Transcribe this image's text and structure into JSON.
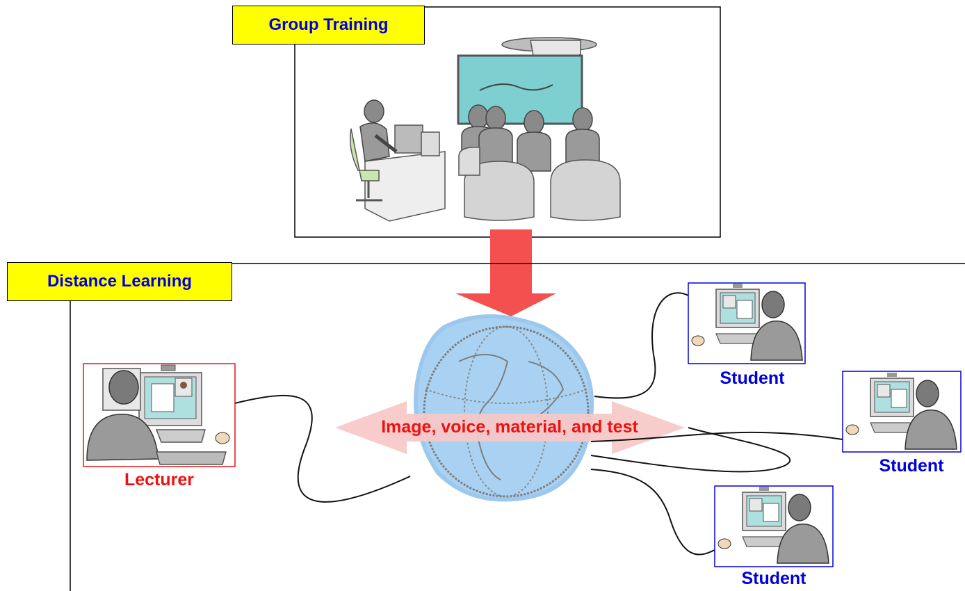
{
  "sections": {
    "group_training": "Group Training",
    "distance_learning": "Distance Learning"
  },
  "center_label": "Image, voice, material, and test",
  "lecturer_label": "Lecturer",
  "students": [
    {
      "label": "Student"
    },
    {
      "label": "Student"
    },
    {
      "label": "Student"
    }
  ],
  "colors": {
    "tag_fill": "#ffff00",
    "tag_text": "#0000dd",
    "lecturer": "#ee1111",
    "student": "#0000dd",
    "arrow": "#f55050",
    "globe": "#9cc8ee",
    "screen": "#7ecfcf"
  }
}
